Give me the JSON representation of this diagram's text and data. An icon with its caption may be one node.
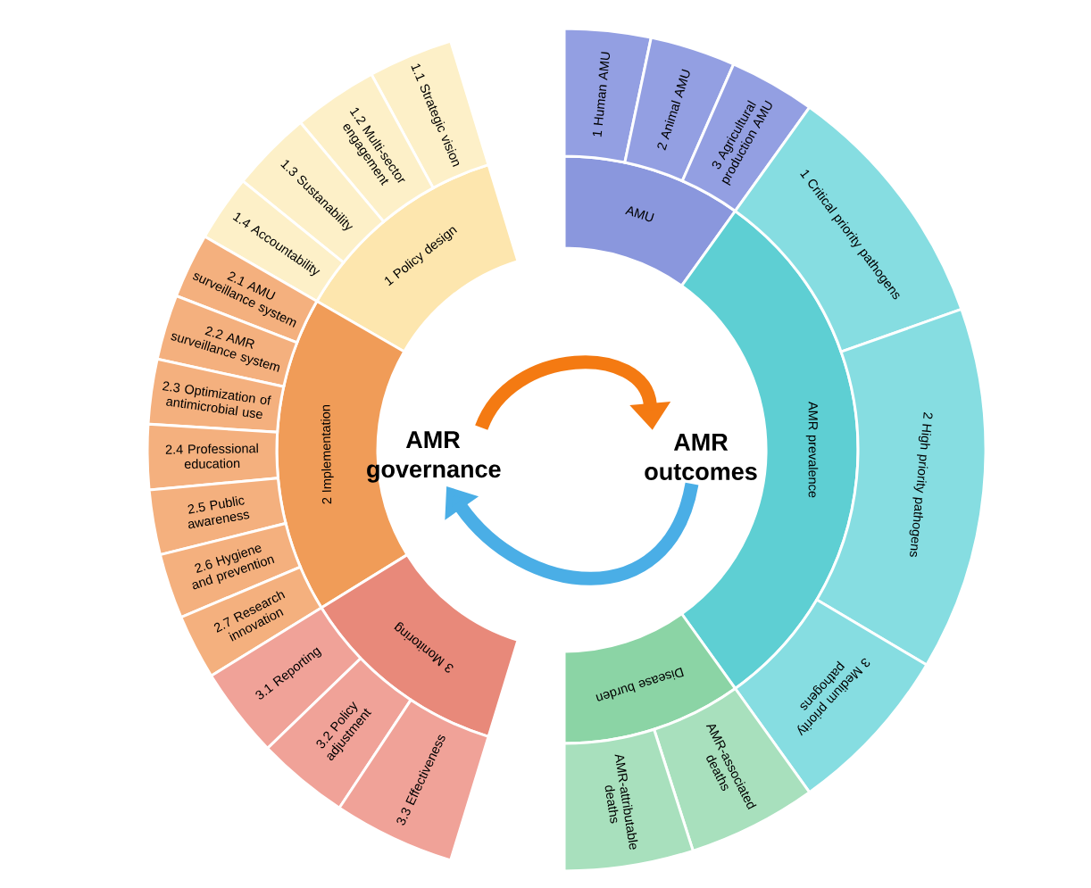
{
  "diagram": {
    "nodes": [
      {
        "text": [
          "1 Policy design"
        ]
      },
      {
        "text": [
          "1.1 Strategic vision"
        ]
      },
      {
        "text": [
          "1.2 Multi-sector engagement"
        ]
      },
      {
        "text": [
          "1.3 Sustanability"
        ]
      },
      {
        "text": [
          "1.4 Accountability"
        ]
      },
      {
        "text": [
          "2 Implementation"
        ]
      },
      {
        "text": [
          "2.1 AMU surveillance system"
        ]
      },
      {
        "text": [
          "2.2 AMR surveillance system"
        ]
      },
      {
        "text": [
          "2.3 Optimization of antimicrobial use"
        ]
      },
      {
        "text": [
          "2.4 Professional education"
        ]
      },
      {
        "text": [
          "2.5 Public awareness"
        ]
      },
      {
        "text": [
          "2.6 Hygiene and prevention"
        ]
      },
      {
        "text": [
          "2.7 Research innovation"
        ]
      },
      {
        "text": [
          "3 Monitoring"
        ]
      },
      {
        "text": [
          "3.1 Reporting"
        ]
      },
      {
        "text": [
          "3.2 Policy adjustment"
        ]
      },
      {
        "text": [
          "3.3 Effectiveness"
        ]
      },
      {
        "text": [
          "AMU"
        ]
      },
      {
        "text": [
          "1 Human AMU"
        ]
      },
      {
        "text": [
          "2 Animal AMU"
        ]
      },
      {
        "text": [
          "3 Agricultural production AMU"
        ]
      },
      {
        "text": [
          "AMR prevalence"
        ]
      },
      {
        "text": [
          "1 Critical priority pathogens"
        ]
      },
      {
        "text": [
          "2 High priority pathogens"
        ]
      },
      {
        "text": [
          "3 Medium priority pathogens"
        ]
      },
      {
        "text": [
          "Disease burden"
        ]
      },
      {
        "text": [
          "AMR-associated deaths"
        ]
      },
      {
        "text": [
          "AMR-attributable deaths"
        ]
      },
      {
        "text": [
          "AMR governance"
        ]
      },
      {
        "text": [
          "AMR outcomes"
        ]
      }
    ],
    "edges": [
      {
        "from": 28,
        "to": 29,
        "arrow": "to",
        "color": "#f47a12"
      },
      {
        "from": 29,
        "to": 28,
        "arrow": "to",
        "color": "#4aaee6"
      }
    ]
  }
}
